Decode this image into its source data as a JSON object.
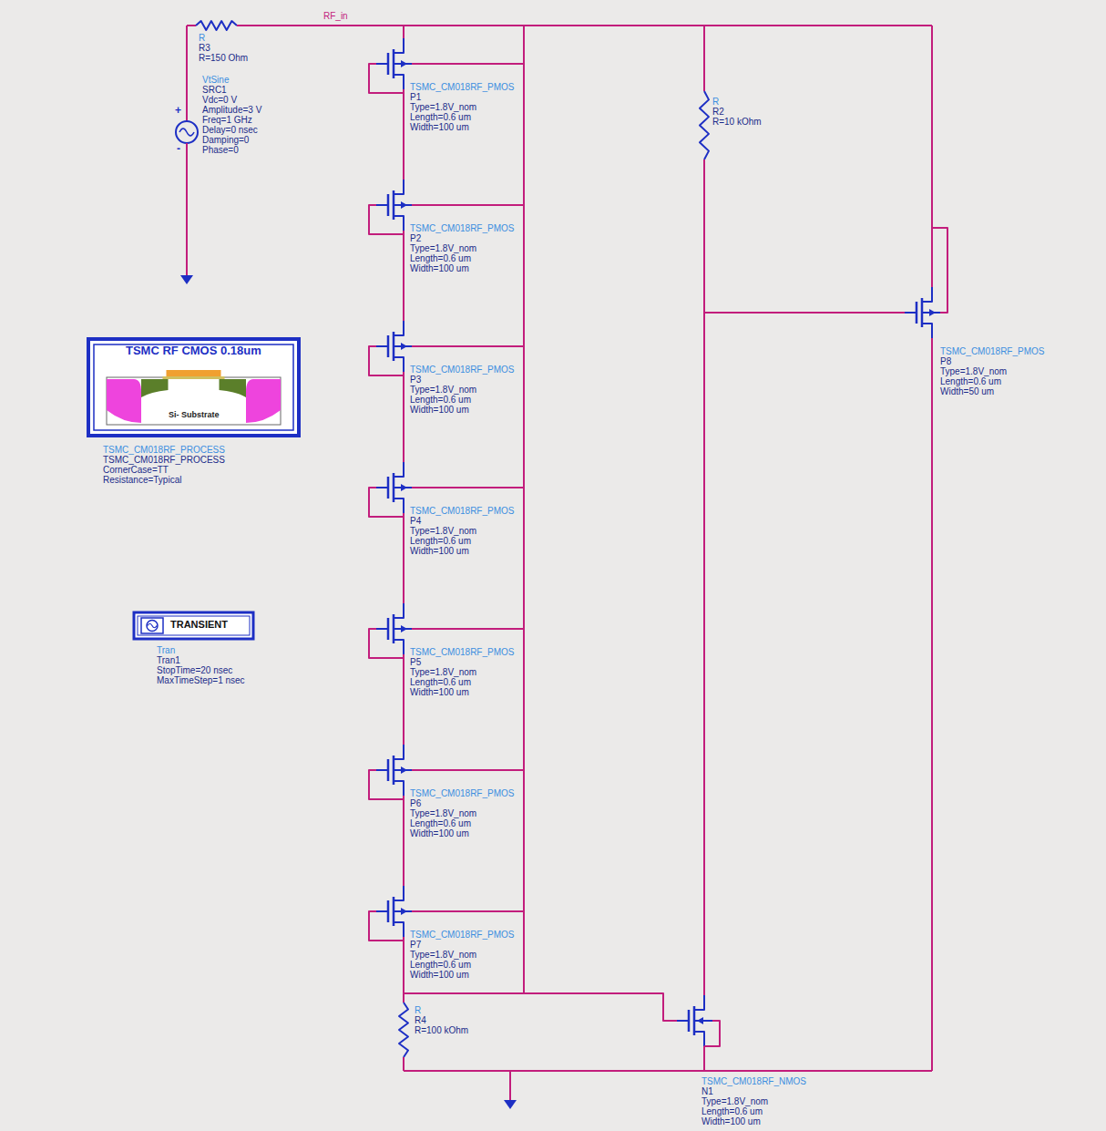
{
  "diagram": {
    "nodes": [
      {
        "text": [
          "TSMC RF CMOS 0.18um",
          "Si- Substrate"
        ]
      },
      {
        "text": [
          "TRANSIENT"
        ]
      }
    ],
    "labels": [
      "RF_in",
      "R",
      "R3",
      "R=150 Ohm",
      "+",
      "-",
      "VtSine",
      "SRC1",
      "Vdc=0 V",
      "Amplitude=3 V",
      "Freq=1 GHz",
      "Delay=0 nsec",
      "Damping=0",
      "Phase=0",
      "R",
      "R2",
      "R=10 kOhm",
      "TSMC_CM018RF_PROCESS",
      "TSMC_CM018RF_PROCESS",
      "CornerCase=TT",
      "Resistance=Typical",
      "Tran",
      "Tran1",
      "StopTime=20 nsec",
      "MaxTimeStep=1 nsec",
      "TSMC_CM018RF_PMOS",
      "P1",
      "Type=1.8V_nom",
      "Length=0.6 um",
      "Width=100 um",
      "TSMC_CM018RF_PMOS",
      "P2",
      "Type=1.8V_nom",
      "Length=0.6 um",
      "Width=100 um",
      "TSMC_CM018RF_PMOS",
      "P3",
      "Type=1.8V_nom",
      "Length=0.6 um",
      "Width=100 um",
      "TSMC_CM018RF_PMOS",
      "P4",
      "Type=1.8V_nom",
      "Length=0.6 um",
      "Width=100 um",
      "TSMC_CM018RF_PMOS",
      "P5",
      "Type=1.8V_nom",
      "Length=0.6 um",
      "Width=100 um",
      "TSMC_CM018RF_PMOS",
      "P6",
      "Type=1.8V_nom",
      "Length=0.6 um",
      "Width=100 um",
      "TSMC_CM018RF_PMOS",
      "P7",
      "Type=1.8V_nom",
      "Length=0.6 um",
      "Width=100 um",
      "TSMC_CM018RF_PMOS",
      "P8",
      "Type=1.8V_nom",
      "Length=0.6 um",
      "Width=50 um",
      "TSMC_CM018RF_NMOS",
      "N1",
      "Type=1.8V_nom",
      "Length=0.6 um",
      "Width=100 um",
      "R",
      "R4",
      "R=100 kOhm"
    ]
  }
}
